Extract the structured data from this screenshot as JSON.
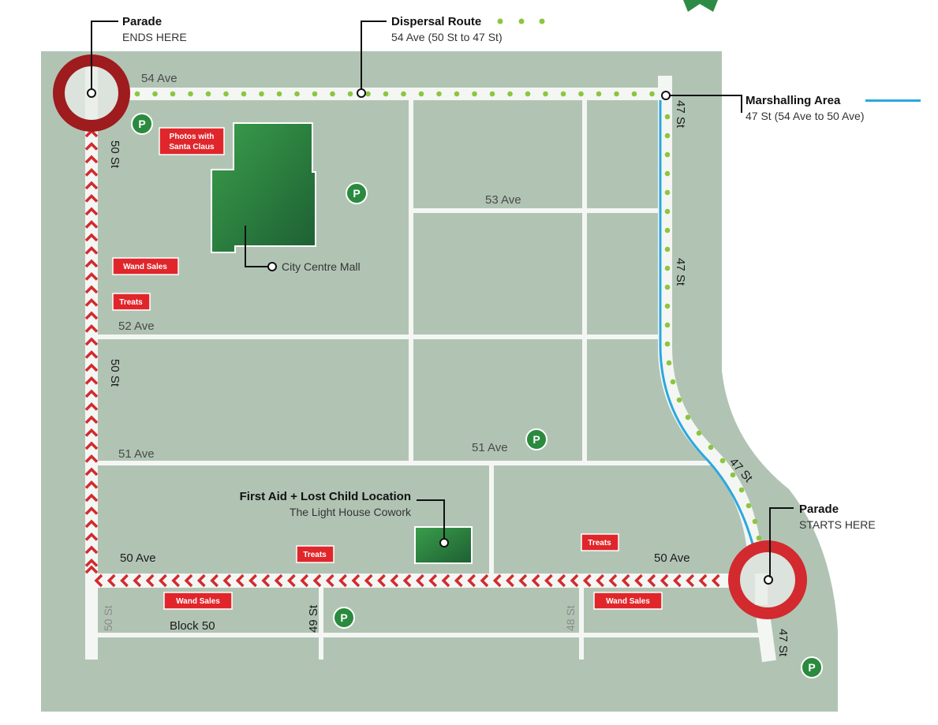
{
  "colors": {
    "land": "#b1c4b4",
    "road": "#f4f6f4",
    "parade": "#d22a2e",
    "circle": "#9e1b1e",
    "dispersal": "#8cc63f",
    "marshalling": "#29a8df",
    "building": "#2e8b45",
    "parking": "#2a8a3e",
    "tag": "#e0262b"
  },
  "icons": {
    "parking": "parking-icon",
    "star": "star-icon"
  },
  "streets": {
    "ave54": "54 Ave",
    "ave53": "53 Ave",
    "ave52": "52 Ave",
    "ave51_left": "51 Ave",
    "ave51_mid": "51 Ave",
    "ave50_left": "50 Ave",
    "ave50_right": "50 Ave",
    "st50_top": "50 St",
    "st50_mid": "50 St",
    "st50_bottom": "50 St",
    "st49": "49 St",
    "st48": "48 St",
    "st47_top": "47 St",
    "st47_mid": "47 St",
    "st47_curve": "47 St",
    "st47_bottom": "47 St",
    "block50": "Block 50"
  },
  "callouts": {
    "parade_end": {
      "title": "Parade",
      "sub": "ENDS HERE"
    },
    "dispersal": {
      "title": "Dispersal Route",
      "sub": "54 Ave (50 St to 47 St)"
    },
    "marshalling": {
      "title": "Marshalling Area",
      "sub": "47 St (54 Ave to 50 Ave)"
    },
    "parade_start": {
      "title": "Parade",
      "sub": "STARTS HERE"
    },
    "first_aid": {
      "title": "First Aid + Lost Child Location",
      "sub": "The Light House Cowork"
    },
    "mall": {
      "label": "City Centre Mall"
    }
  },
  "tags": {
    "photos_line1": "Photos with",
    "photos_line2": "Santa Claus",
    "wand_sales_left": "Wand Sales",
    "treats_left": "Treats",
    "treats_bottom": "Treats",
    "treats_right": "Treats",
    "wand_sales_bottom_left": "Wand Sales",
    "wand_sales_bottom_right": "Wand Sales"
  },
  "parking_label": "P"
}
